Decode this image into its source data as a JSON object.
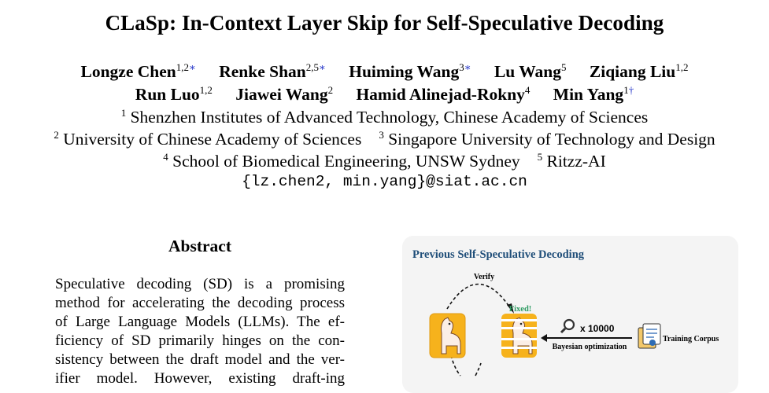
{
  "paper": {
    "title": "CLaSp: In-Context Layer Skip for Self-Speculative Decoding",
    "authors_row1": [
      {
        "name": "Longze Chen",
        "sup": "1,2",
        "mark": "∗"
      },
      {
        "name": "Renke Shan",
        "sup": "2,5",
        "mark": "∗"
      },
      {
        "name": "Huiming Wang",
        "sup": "3",
        "mark": "∗"
      },
      {
        "name": "Lu Wang",
        "sup": "5",
        "mark": ""
      },
      {
        "name": "Ziqiang Liu",
        "sup": "1,2",
        "mark": ""
      }
    ],
    "authors_row2": [
      {
        "name": "Run Luo",
        "sup": "1,2",
        "mark": ""
      },
      {
        "name": "Jiawei Wang",
        "sup": "2",
        "mark": ""
      },
      {
        "name": "Hamid Alinejad-Rokny",
        "sup": "4",
        "mark": ""
      },
      {
        "name": "Min Yang",
        "sup": "1",
        "mark": "†"
      }
    ],
    "affiliations": {
      "a1": {
        "sup": "1",
        "text": "Shenzhen Institutes of Advanced Technology, Chinese Academy of Sciences"
      },
      "a2": {
        "sup": "2",
        "text": "University of Chinese Academy of Sciences"
      },
      "a3": {
        "sup": "3",
        "text": "Singapore University of Technology and Design"
      },
      "a4": {
        "sup": "4",
        "text": "School of Biomedical Engineering, UNSW Sydney"
      },
      "a5": {
        "sup": "5",
        "text": "Ritzz-AI"
      }
    },
    "email": "{lz.chen2, min.yang}@siat.ac.cn"
  },
  "abstract": {
    "heading": "Abstract",
    "lines": [
      "Speculative decoding (SD) is a promising",
      "method for accelerating the decoding process",
      "of Large Language Models (LLMs). The ef-",
      "ficiency of SD primarily hinges on the con-",
      "sistency between the draft model and the ver-",
      "ifier model. However, existing draft-ing"
    ]
  },
  "figure": {
    "title": "Previous Self-Speculative Decoding",
    "verify_label": "Verify",
    "fixed_label": "Fixed!",
    "search_count": "x 10000",
    "method_label": "Bayesian optimization",
    "corpus_label": "Training Corpus",
    "colors": {
      "title": "#1f4e79",
      "fixed": "#2e9b62",
      "llama_bg": "#f6b21c"
    }
  }
}
